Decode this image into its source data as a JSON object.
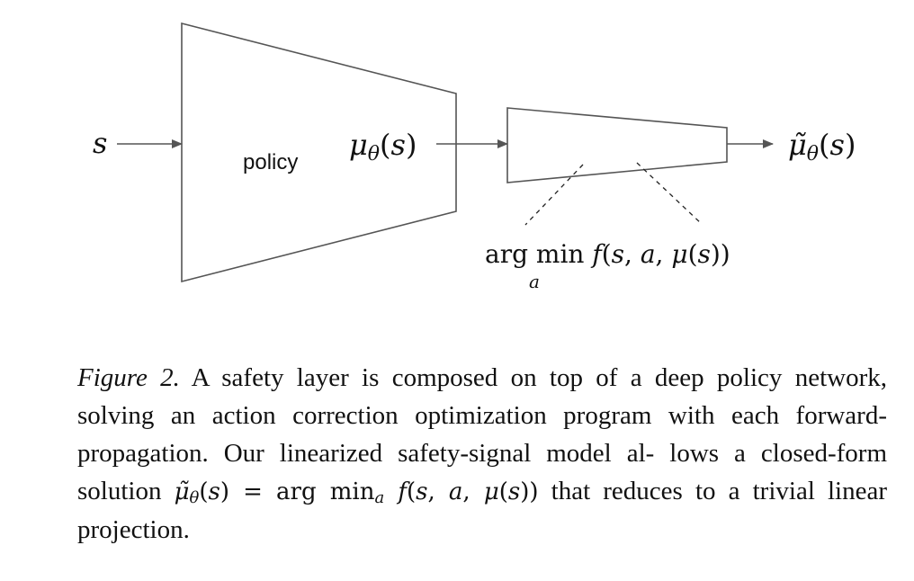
{
  "diagram": {
    "input_label": "s",
    "policy_label": "policy",
    "policy_output_label": "μθ(s)",
    "safety_output_label": "μ̃θ(s)",
    "argmin_label": "arg min f(s, a, μ(s))",
    "argmin_sub": "a"
  },
  "caption": {
    "figure_label": "Figure 2.",
    "line1": "A safety layer is composed on top of a deep policy",
    "line2": "network, solving an action correction optimization program with",
    "line3": "each forward-propagation. Our linearized safety-signal model al-",
    "line4_pre": "lows a closed-form solution",
    "line4_math": "μ̃θ(s) = arg min",
    "line4_sub": "a",
    "line4_math2": "f(s, a, μ(s))",
    "line4_post": "that",
    "line5": "reduces to a trivial linear projection."
  },
  "colors": {
    "stroke": "#555555",
    "text": "#111111"
  }
}
